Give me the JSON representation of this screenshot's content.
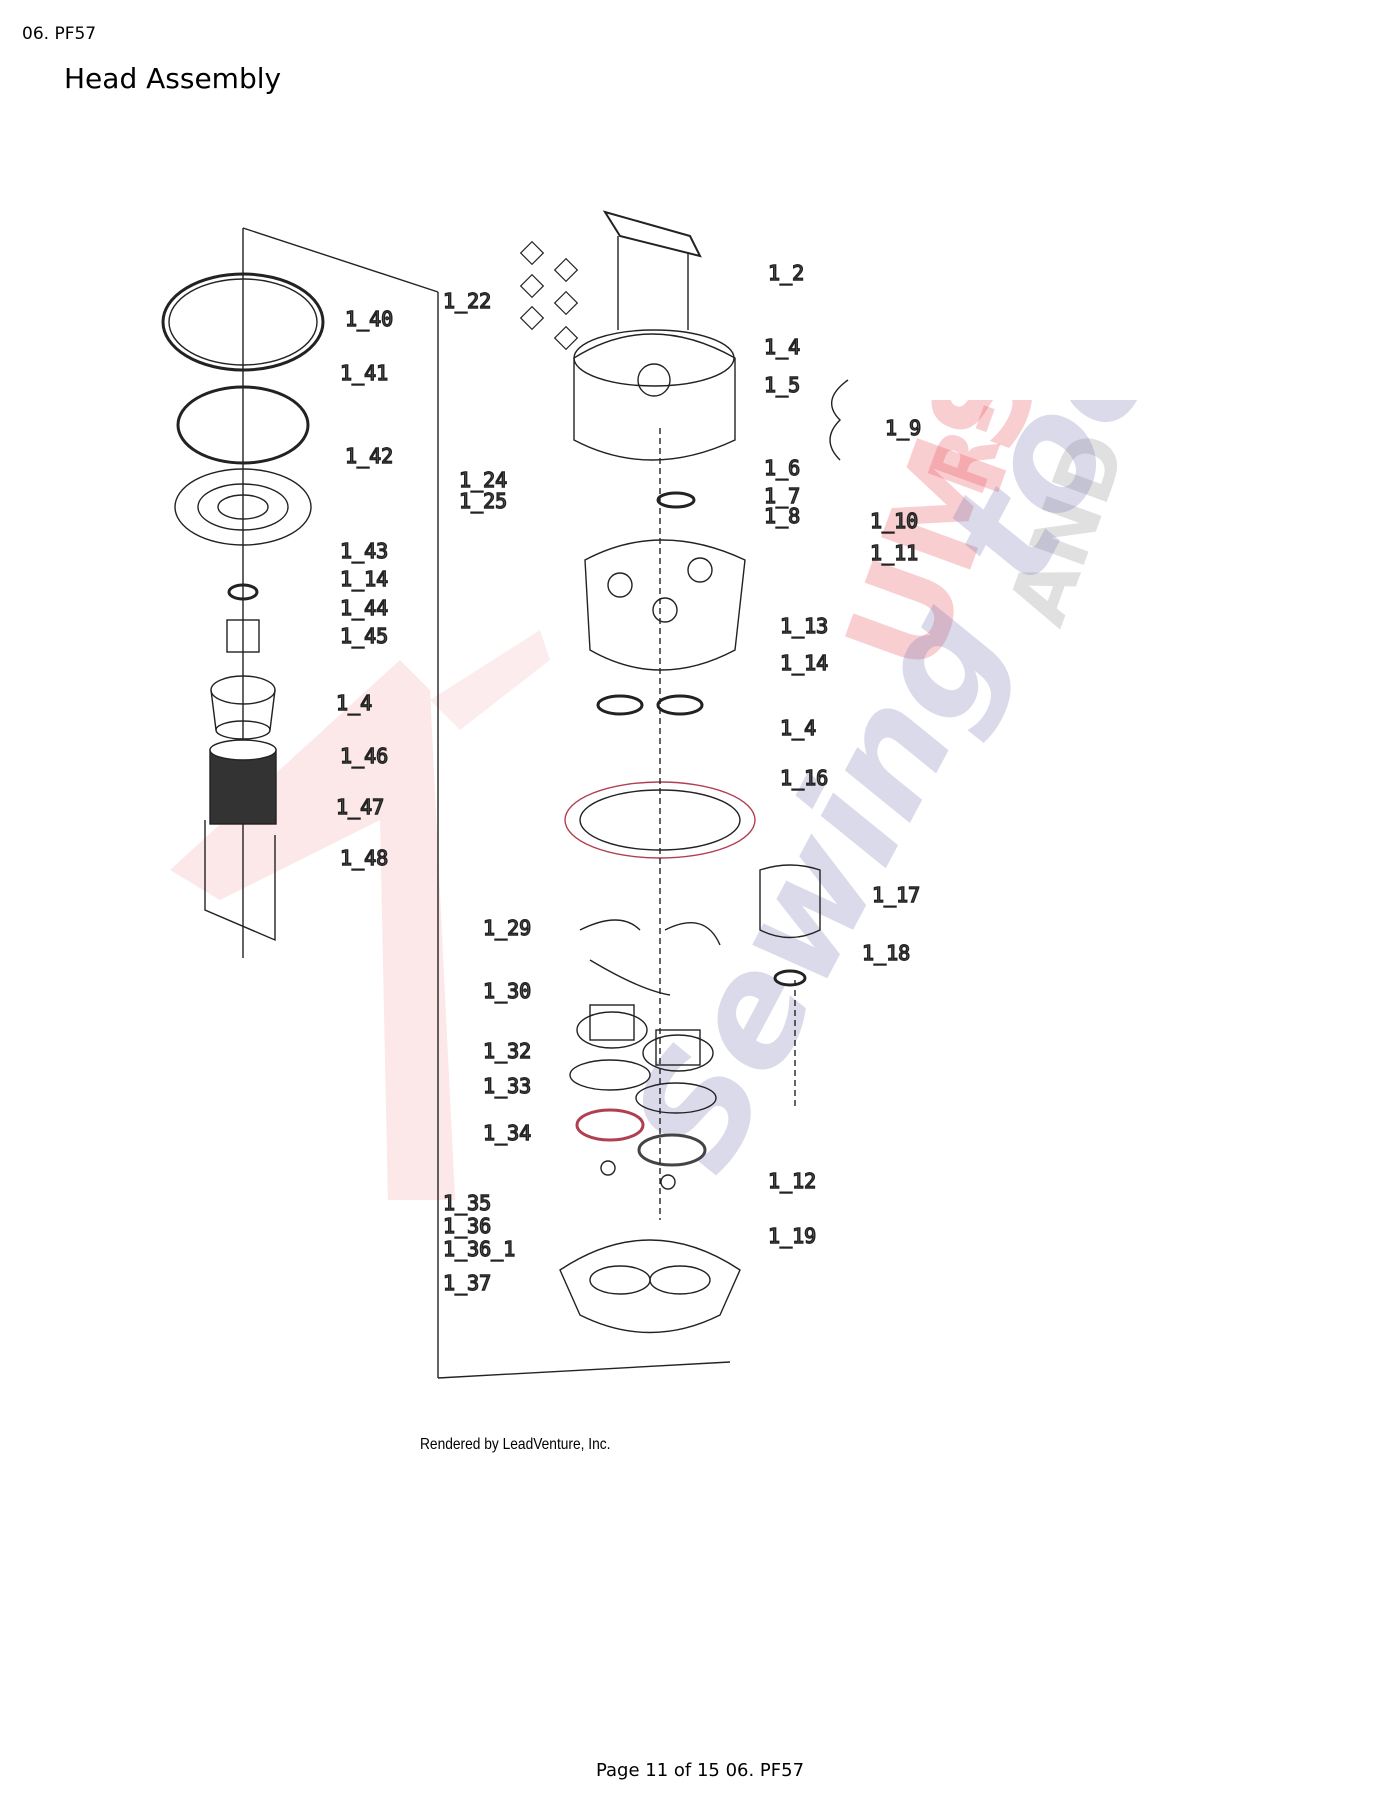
{
  "page": {
    "section_header": "06. PF57",
    "title": "Head Assembly",
    "credit": "Rendered by LeadVenture, Inc.",
    "footer": "Page 11 of 15 06. PF57"
  },
  "watermark": {
    "lines": [
      "R-US",
      "AND",
      "UMS",
      "Sewing too"
    ],
    "colors": {
      "red": "#e8414b",
      "grey": "#9a9a9a",
      "blue": "#6f6fb0"
    }
  },
  "callouts": [
    "1_40",
    "1_41",
    "1_42",
    "1_43",
    "1_14",
    "1_44",
    "1_45",
    "1_4",
    "1_46",
    "1_47",
    "1_48",
    "1_22",
    "1_2",
    "1_4",
    "1_5",
    "1_9",
    "1_24",
    "1_25",
    "1_6",
    "1_7",
    "1_8",
    "1_10",
    "1_11",
    "1_13",
    "1_14",
    "1_4",
    "1_16",
    "1_17",
    "1_29",
    "1_18",
    "1_30",
    "1_32",
    "1_33",
    "1_34",
    "1_12",
    "1_35",
    "1_36",
    "1_36_1",
    "1_37",
    "1_19"
  ]
}
